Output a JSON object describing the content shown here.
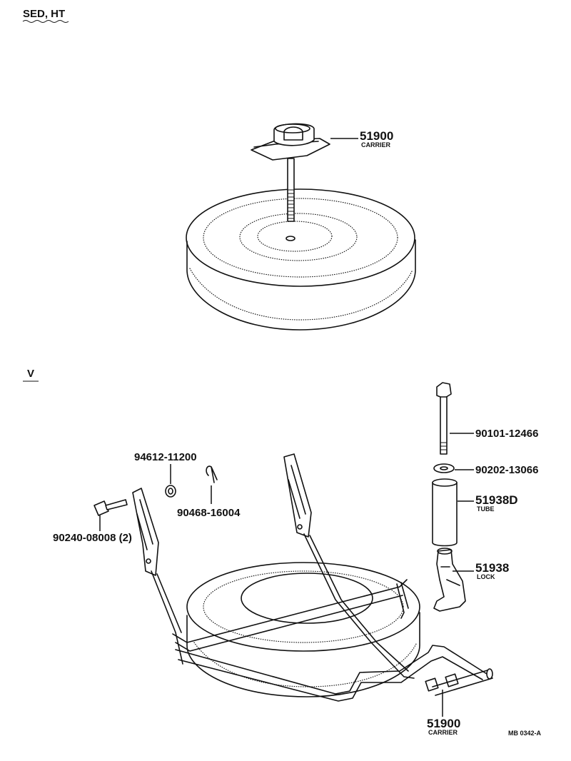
{
  "sections": {
    "top_label": "SED, HT",
    "bottom_label": "V"
  },
  "callouts": {
    "carrier_top": {
      "part_no": "51900",
      "caption": "CARRIER"
    },
    "bolt": {
      "part_no": "90101-12466"
    },
    "washer": {
      "part_no": "90202-13066"
    },
    "tube": {
      "part_no": "51938D",
      "caption": "TUBE"
    },
    "lock": {
      "part_no": "51938",
      "caption": "LOCK"
    },
    "carrier_bottom": {
      "part_no": "51900",
      "caption": "CARRIER"
    },
    "nut": {
      "part_no": "94612-11200"
    },
    "pin": {
      "part_no": "90468-16004"
    },
    "hinge_bolt": {
      "part_no": "90240-08008 (2)"
    }
  },
  "drawing_code": "MB 0342-A"
}
